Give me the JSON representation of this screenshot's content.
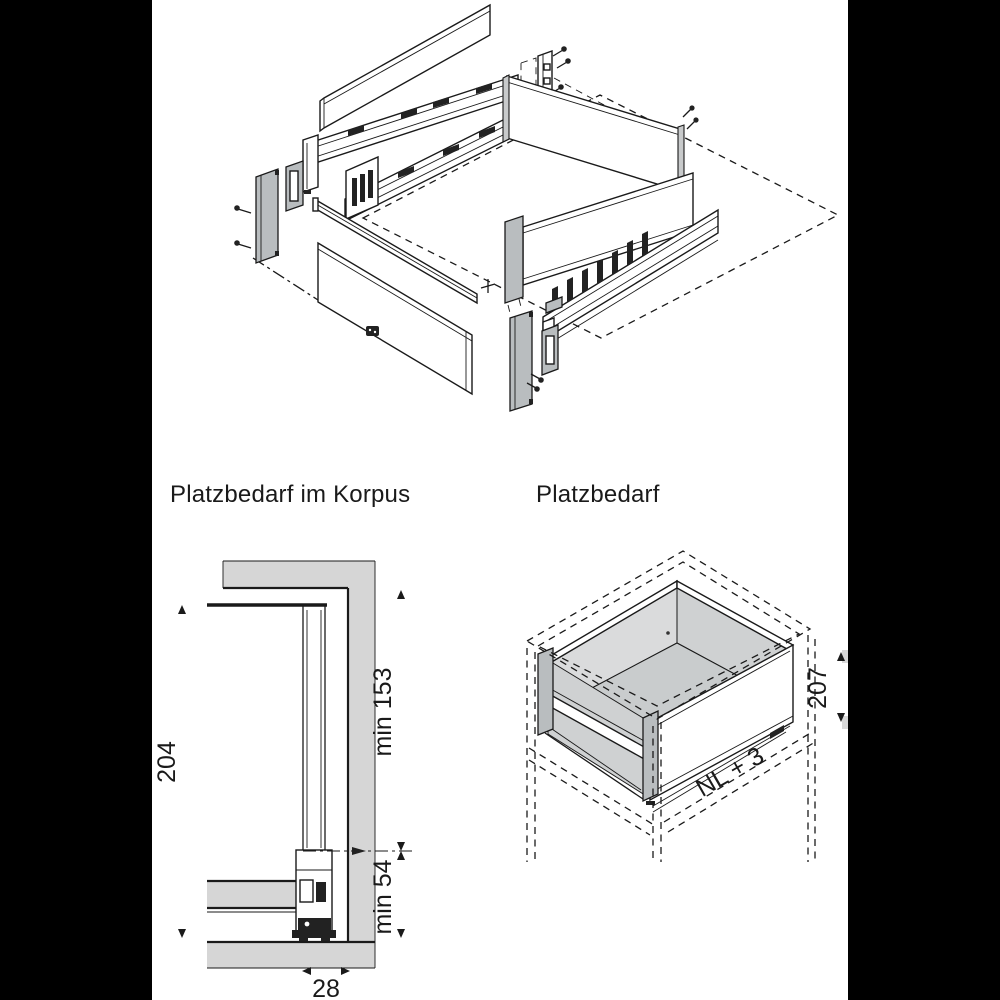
{
  "page": {
    "letterbox_color": "#000000",
    "canvas_color": "#ffffff"
  },
  "colors": {
    "line": "#1a1a1a",
    "cabinet_panel_gray": "#d6d6d6",
    "bracket_gray": "#b9bdbf",
    "interior_gray": "#cfd1d2",
    "interior_wall_gray": "#dadbdc",
    "detail_dark": "#222222"
  },
  "headings": {
    "korpus": "Platzbedarf im Korpus",
    "platzbedarf": "Platzbedarf"
  },
  "korpus_section": {
    "dim_total_height": "204",
    "dim_min_top": "min 153",
    "dim_min_bottom": "min 54",
    "dim_width": "28"
  },
  "iso_section": {
    "dim_height": "207",
    "dim_depth": "NL + 3"
  }
}
